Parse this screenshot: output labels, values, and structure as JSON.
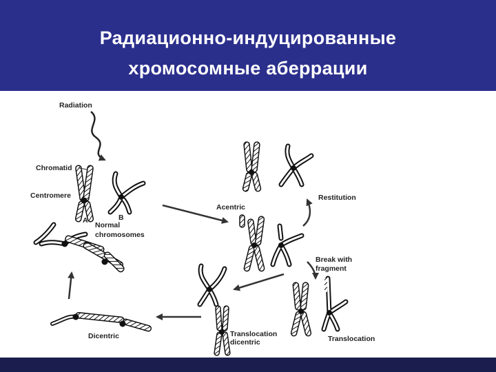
{
  "slide": {
    "title_line1": "Радиационно-индуцированные",
    "title_line2": "хромосомные аберрации",
    "header_color": "#2b2f8c",
    "footer_color": "#1a1d4e"
  },
  "diagram": {
    "labels": {
      "radiation": "Radiation",
      "chromatid": "Chromatid",
      "centromere": "Centromere",
      "a": "A",
      "b": "B",
      "normal_1": "Normal",
      "normal_2": "chromosomes",
      "acentric": "Acentric",
      "restitution": "Restitution",
      "break_1": "Break with",
      "break_2": "fragment",
      "translocation": "Translocation",
      "translocation_dicentric_1": "Translocation",
      "translocation_dicentric_2": "dicentric",
      "dicentric": "Dicentric"
    }
  }
}
